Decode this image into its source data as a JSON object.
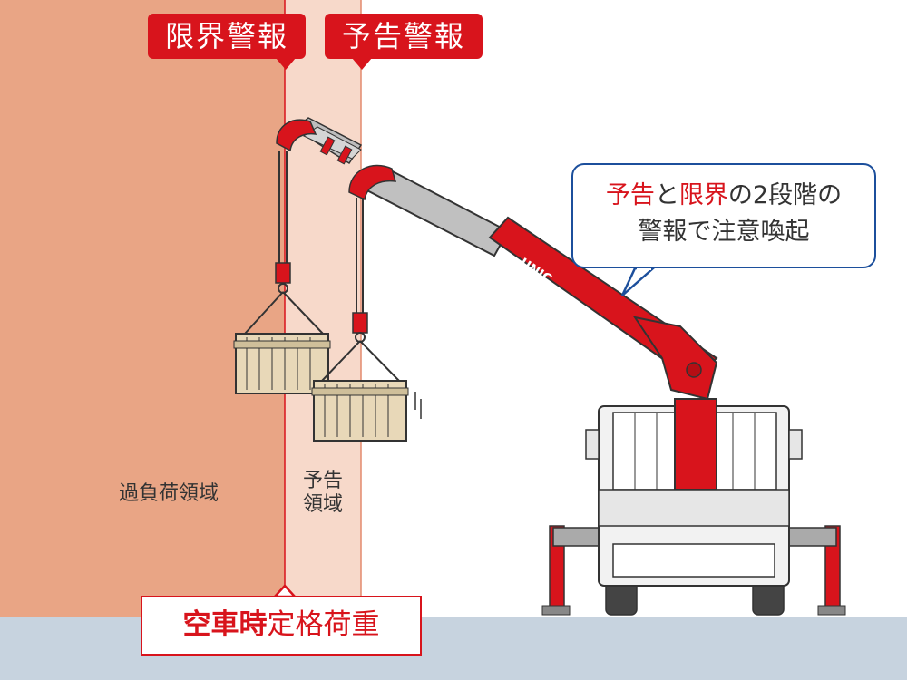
{
  "labels": {
    "limit_alarm": "限界警報",
    "warning_alarm": "予告警報",
    "overload_zone": "過負荷領域",
    "warning_zone_line1": "予告",
    "warning_zone_line2": "領域",
    "rated_load_bold": "空車時",
    "rated_load_rest": "定格荷重",
    "boom_brand": "UNIC"
  },
  "callout": {
    "line1_red1": "予告",
    "line1_mid": "と",
    "line1_red2": "限界",
    "line1_rest": "の2段階の",
    "line2": "警報で注意喚起"
  },
  "colors": {
    "overload_zone": "#e9a585",
    "warning_zone": "#f7d9ca",
    "ground": "#c7d3df",
    "alarm_red": "#d8141c",
    "callout_border": "#1c4f9c"
  }
}
